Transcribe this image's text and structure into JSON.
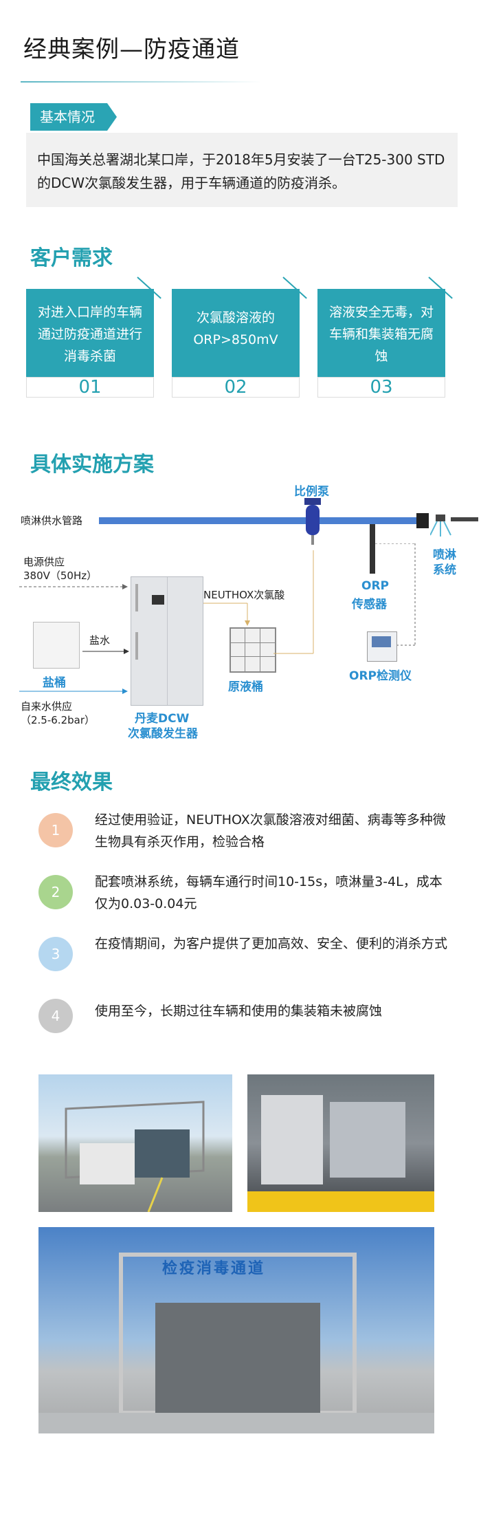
{
  "page_title": "经典案例—防疫通道",
  "basic": {
    "tag": "基本情况",
    "text": "中国海关总署湖北某口岸，于2018年5月安装了一台T25-300 STD的DCW次氯酸发生器，用于车辆通道的防疫消杀。"
  },
  "needs": {
    "title": "客户需求",
    "cards": [
      {
        "text": "对进入口岸的车辆通过防疫通道进行消毒杀菌",
        "num": "01"
      },
      {
        "text": "次氯酸溶液的ORP>850mV",
        "num": "02"
      },
      {
        "text": "溶液安全无毒，对车辆和集装箱无腐蚀",
        "num": "03"
      }
    ]
  },
  "plan": {
    "title": "具体实施方案",
    "pipe_label": "喷淋供水管路",
    "pump_label": "比例泵",
    "spray_label_1": "喷淋",
    "spray_label_2": "系统",
    "power_label_1": "电源供应",
    "power_label_2": "380V（50Hz）",
    "neuthox_label": "NEUTHOX次氯酸",
    "salt_water_label": "盐水",
    "salt_bucket_label": "盐桶",
    "water_label_1": "自来水供应",
    "water_label_2": "（2.5-6.2bar）",
    "generator_label_1": "丹麦DCW",
    "generator_label_2": "次氯酸发生器",
    "tank_label": "原液桶",
    "orp_sensor_label_1": "ORP",
    "orp_sensor_label_2": "传感器",
    "orp_meter_label": "ORP检测仪"
  },
  "effects": {
    "title": "最终效果",
    "items": [
      {
        "num": "1",
        "color": "#f4c4a6",
        "text": "经过使用验证，NEUTHOX次氯酸溶液对细菌、病毒等多种微生物具有杀灭作用，检验合格"
      },
      {
        "num": "2",
        "color": "#a9d58e",
        "text": "配套喷淋系统，每辆车通行时间10-15s，喷淋量3-4L，成本仅为0.03-0.04元"
      },
      {
        "num": "3",
        "color": "#b5d7f0",
        "text": "在疫情期间，为客户提供了更加高效、安全、便利的消杀方式"
      },
      {
        "num": "4",
        "color": "#c9c9c9",
        "text": "使用至今，长期过往车辆和使用的集装箱未被腐蚀"
      }
    ]
  },
  "photos": {
    "banner_text": "检疫消毒通道"
  }
}
